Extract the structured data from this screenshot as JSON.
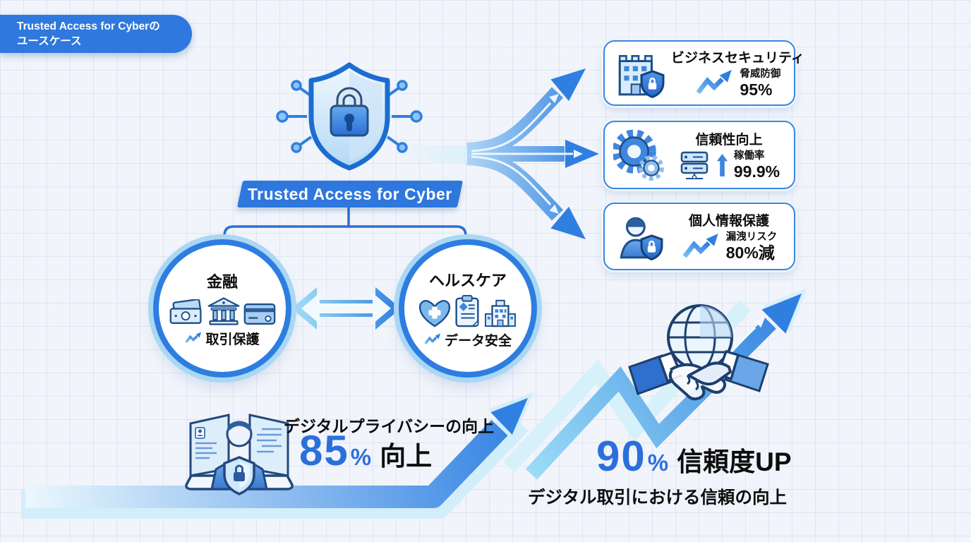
{
  "badge": {
    "line1": "Trusted Access for Cyberの",
    "line2": "ユースケース"
  },
  "hub": {
    "banner_label": "Trusted Access for Cyber"
  },
  "sectors": [
    {
      "id": "finance",
      "title": "金融",
      "benefit": "取引保護"
    },
    {
      "id": "healthcare",
      "title": "ヘルスケア",
      "benefit": "データ安全"
    }
  ],
  "benefits": [
    {
      "title": "ビジネスセキュリティ",
      "metric_label": "脅威防御",
      "metric_value": "95%"
    },
    {
      "title": "信頼性向上",
      "metric_label": "稼働率",
      "metric_value": "99.9%"
    },
    {
      "title": "個人情報保護",
      "metric_label": "漏洩リスク",
      "metric_value": "80%減"
    }
  ],
  "privacy_stat": {
    "title": "デジタルプライバシーの向上",
    "value": "85",
    "unit": "%",
    "suffix": "向上"
  },
  "trust_stat": {
    "value": "90",
    "unit": "%",
    "label": "信頼度UP",
    "caption": "デジタル取引における信頼の向上"
  },
  "colors": {
    "primary": "#2f7fe0",
    "outline": "#1d4f8a",
    "light_cyan": "#cfeafb",
    "stat_blue": "#2b6fdb",
    "text": "#111111",
    "background": "#f1f4fa"
  }
}
